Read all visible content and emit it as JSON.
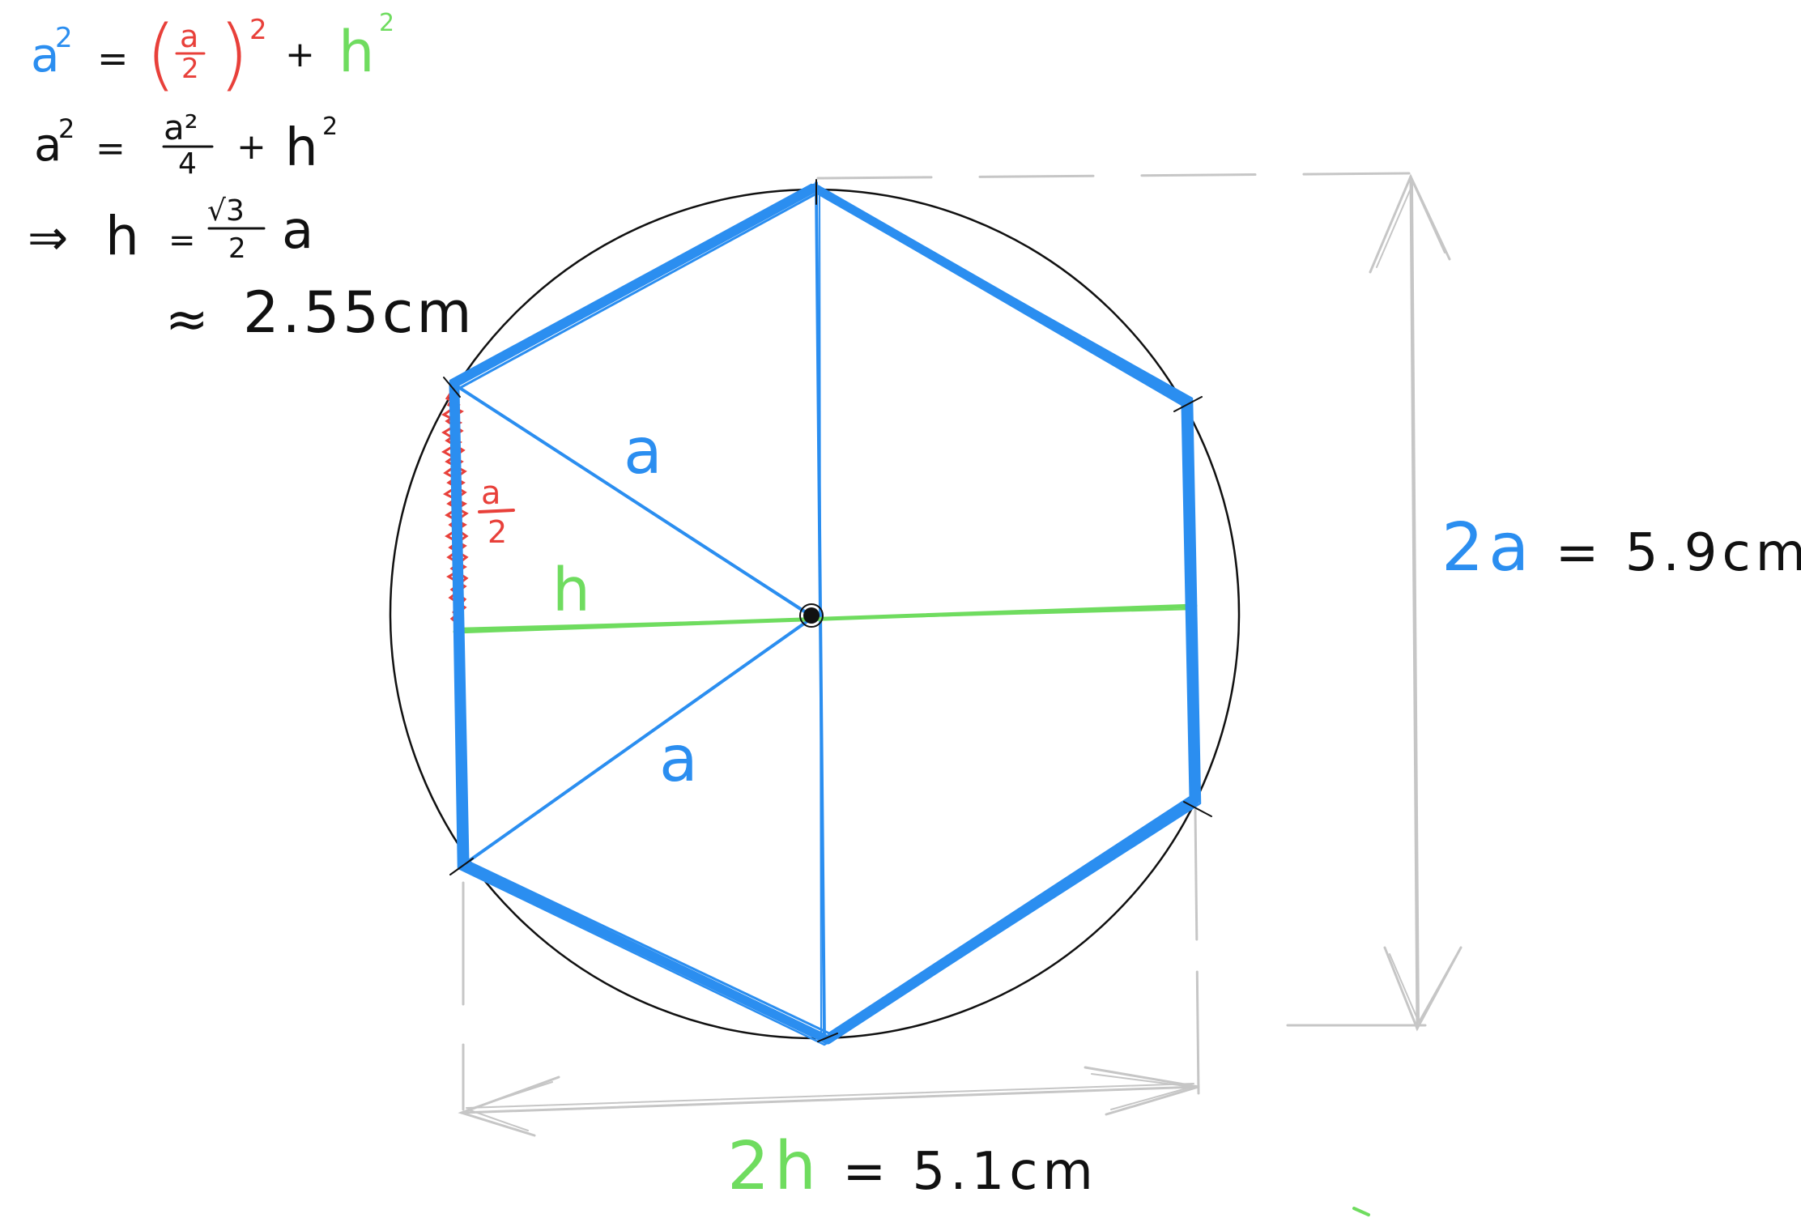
{
  "colors": {
    "side_a": "#2b8ef0",
    "half_a": "#e8403a",
    "height_h": "#6fdc5f",
    "dimension": "#c6c6c6",
    "ink": "#111111"
  },
  "equations": {
    "line1": {
      "a": "a",
      "a_exp": "2",
      "eq": "=",
      "frac_num": "a",
      "frac_den": "2",
      "paren_open": "(",
      "paren_close": ")",
      "paren_exp": "2",
      "plus": "+",
      "h": "h",
      "h_exp": "2"
    },
    "line2": {
      "a": "a",
      "a_exp": "2",
      "eq": "=",
      "frac_num": "a²",
      "frac_den": "4",
      "plus": "+",
      "h": "h",
      "h_exp": "2"
    },
    "line3": {
      "implies": "⇒",
      "h": "h",
      "eq": "=",
      "frac_num": "√3",
      "frac_den": "2",
      "a": "a"
    },
    "line4": {
      "approx": "≈",
      "value": "2.55cm"
    }
  },
  "figure_labels": {
    "side_upper": "a",
    "side_lower": "a",
    "half_num": "a",
    "half_den": "2",
    "height": "h"
  },
  "dimensions": {
    "vertical": "2a = 5.9cm",
    "horizontal": "2h = 5.1cm"
  }
}
